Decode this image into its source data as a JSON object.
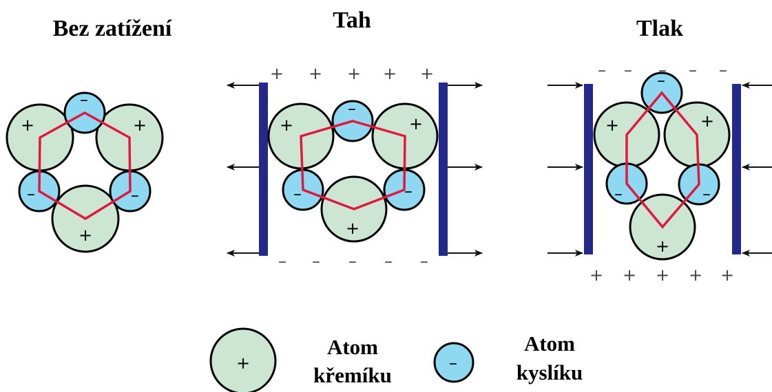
{
  "panels": [
    {
      "title": "Bez zatížení"
    },
    {
      "title": "Tah",
      "top_signs": [
        "+",
        "+",
        "+",
        "+",
        "+"
      ],
      "bottom_signs": [
        "–",
        "–",
        "–",
        "–",
        "–"
      ]
    },
    {
      "title": "Tlak",
      "top_signs": [
        "–",
        "–",
        "–",
        "–",
        "–"
      ],
      "bottom_signs": [
        "+",
        "+",
        "+",
        "+",
        "+"
      ]
    }
  ],
  "atom_signs": {
    "silicon": "+",
    "oxygen": "–"
  },
  "legend": {
    "silicon_line1": "Atom",
    "silicon_line2": "křemíku",
    "oxygen_line1": "Atom",
    "oxygen_line2": "kyslíku"
  },
  "colors": {
    "silicon_fill": "#cde6d3",
    "oxygen_fill": "#8fd8f2",
    "hexagon": "#e3173e",
    "plate": "#24288a",
    "outline": "#000000"
  }
}
